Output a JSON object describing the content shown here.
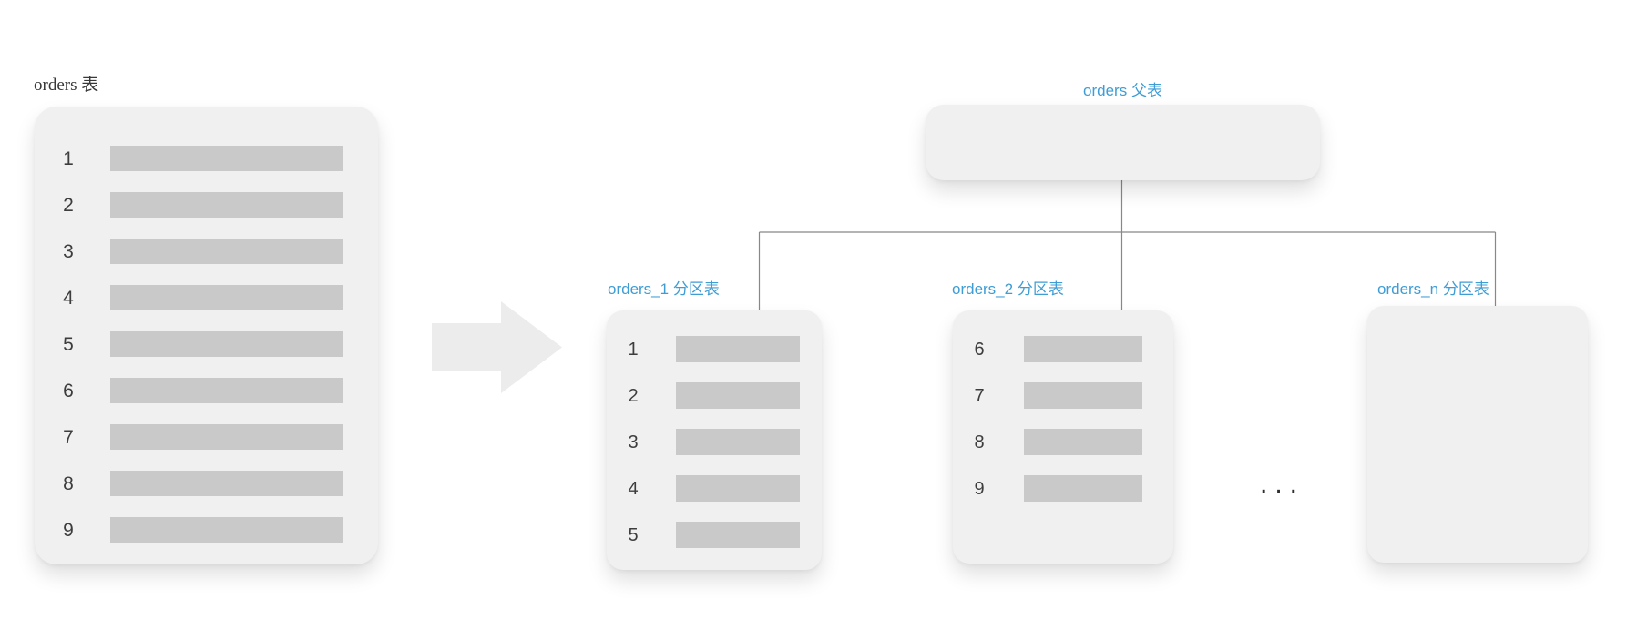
{
  "diagram": {
    "source_table": {
      "title": "orders 表",
      "rows": [
        "1",
        "2",
        "3",
        "4",
        "5",
        "6",
        "7",
        "8",
        "9"
      ]
    },
    "transform_arrow": "right-arrow",
    "parent_table": {
      "title": "orders 父表"
    },
    "partitions": [
      {
        "id": "orders_1",
        "title": "orders_1 分区表",
        "rows": [
          "1",
          "2",
          "3",
          "4",
          "5"
        ]
      },
      {
        "id": "orders_2",
        "title": "orders_2 分区表",
        "rows": [
          "6",
          "7",
          "8",
          "9"
        ]
      },
      {
        "id": "orders_n",
        "title": "orders_n 分区表",
        "rows": []
      }
    ],
    "ellipsis": "..."
  },
  "colors": {
    "background": "#ffffff",
    "card_fill": "#f0f0f0",
    "bar_fill": "#c9c9c9",
    "number_text": "#3d3d3d",
    "blue_label": "#3e9dd5",
    "serif_label": "#383838",
    "connector_line": "#888888",
    "arrow_fill": "#ececec",
    "ellipsis_dots": "#2e2e2e"
  }
}
